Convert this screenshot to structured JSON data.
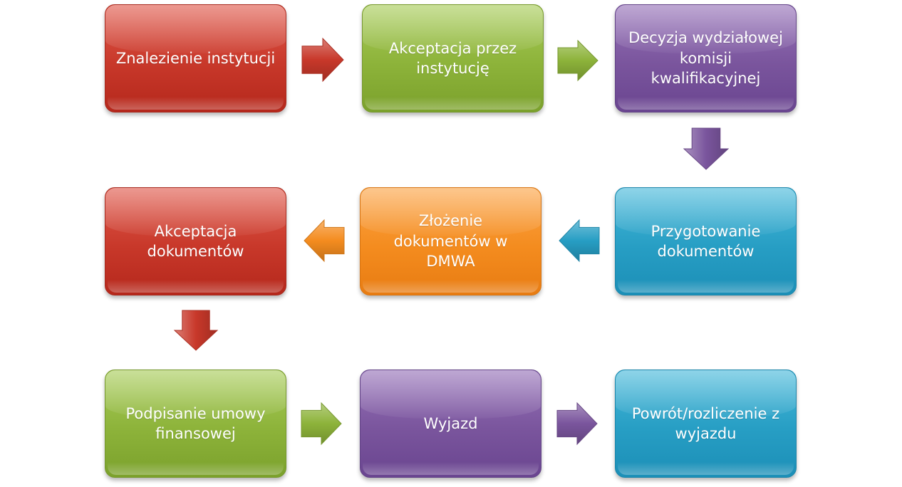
{
  "steps": [
    {
      "id": "znalezienie-instytucji",
      "label": "Znalezienie instytucji",
      "color": "#c8382a"
    },
    {
      "id": "akceptacja-przez-instytucje",
      "label": "Akceptacja przez instytucję",
      "color": "#8db33a"
    },
    {
      "id": "decyzja-komisji",
      "label": "Decyzja wydziałowej komisji kwalifikacyjnej",
      "color": "#7a559d"
    },
    {
      "id": "przygotowanie-dokumentow",
      "label": "Przygotowanie dokumentów",
      "color": "#279ec4"
    },
    {
      "id": "zlozenie-dokumentow",
      "label": "Złożenie dokumentów w DMWA",
      "color": "#f48c1f"
    },
    {
      "id": "akceptacja-dokumentow",
      "label": "Akceptacja dokumentów",
      "color": "#c8382a"
    },
    {
      "id": "podpisanie-umowy",
      "label": "Podpisanie umowy finansowej",
      "color": "#8db33a"
    },
    {
      "id": "wyjazd",
      "label": "Wyjazd",
      "color": "#7a559d"
    },
    {
      "id": "powrot-rozliczenie",
      "label": "Powrót/rozliczenie z wyjazdu",
      "color": "#279ec4"
    }
  ],
  "arrows": [
    {
      "from": "znalezienie-instytucji",
      "to": "akceptacja-przez-instytucje",
      "direction": "right",
      "color": "#c8382a"
    },
    {
      "from": "akceptacja-przez-instytucje",
      "to": "decyzja-komisji",
      "direction": "right",
      "color": "#8db33a"
    },
    {
      "from": "decyzja-komisji",
      "to": "przygotowanie-dokumentow",
      "direction": "down",
      "color": "#7a559d"
    },
    {
      "from": "przygotowanie-dokumentow",
      "to": "zlozenie-dokumentow",
      "direction": "left",
      "color": "#279ec4"
    },
    {
      "from": "zlozenie-dokumentow",
      "to": "akceptacja-dokumentow",
      "direction": "left",
      "color": "#f48c1f"
    },
    {
      "from": "akceptacja-dokumentow",
      "to": "podpisanie-umowy",
      "direction": "down",
      "color": "#c8382a"
    },
    {
      "from": "podpisanie-umowy",
      "to": "wyjazd",
      "direction": "right",
      "color": "#8db33a"
    },
    {
      "from": "wyjazd",
      "to": "powrot-rozliczenie",
      "direction": "right",
      "color": "#7a559d"
    }
  ]
}
